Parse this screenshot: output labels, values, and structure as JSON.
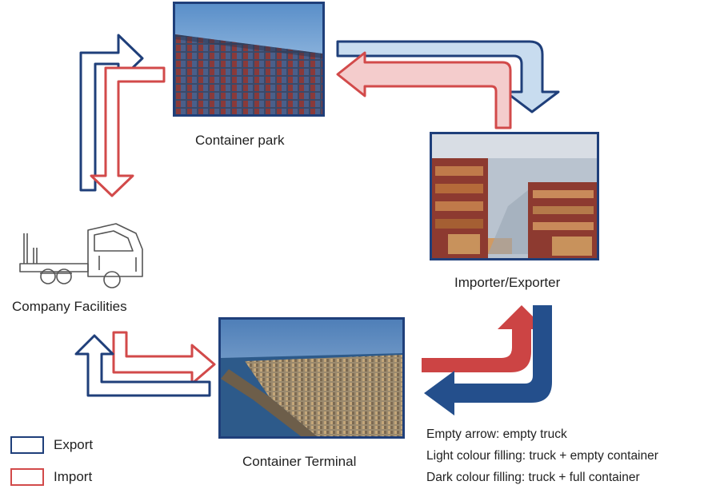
{
  "nodes": {
    "container_park": {
      "label": "Container park"
    },
    "importer_exporter": {
      "label": "Importer/Exporter"
    },
    "company_facilities": {
      "label": "Company Facilities"
    },
    "container_terminal": {
      "label": "Container Terminal"
    }
  },
  "legend": {
    "export": {
      "label": "Export",
      "color": "#1f3f7a"
    },
    "import": {
      "label": "Import",
      "color": "#d24a4a"
    }
  },
  "notes": [
    "Empty arrow: empty truck",
    "Light colour filling: truck + empty container",
    "Dark colour filling: truck + full container"
  ],
  "colors": {
    "export_light": "#c8dcef",
    "import_light": "#f4cccc",
    "export_dark": "#244f8c",
    "import_dark": "#cc4444"
  }
}
